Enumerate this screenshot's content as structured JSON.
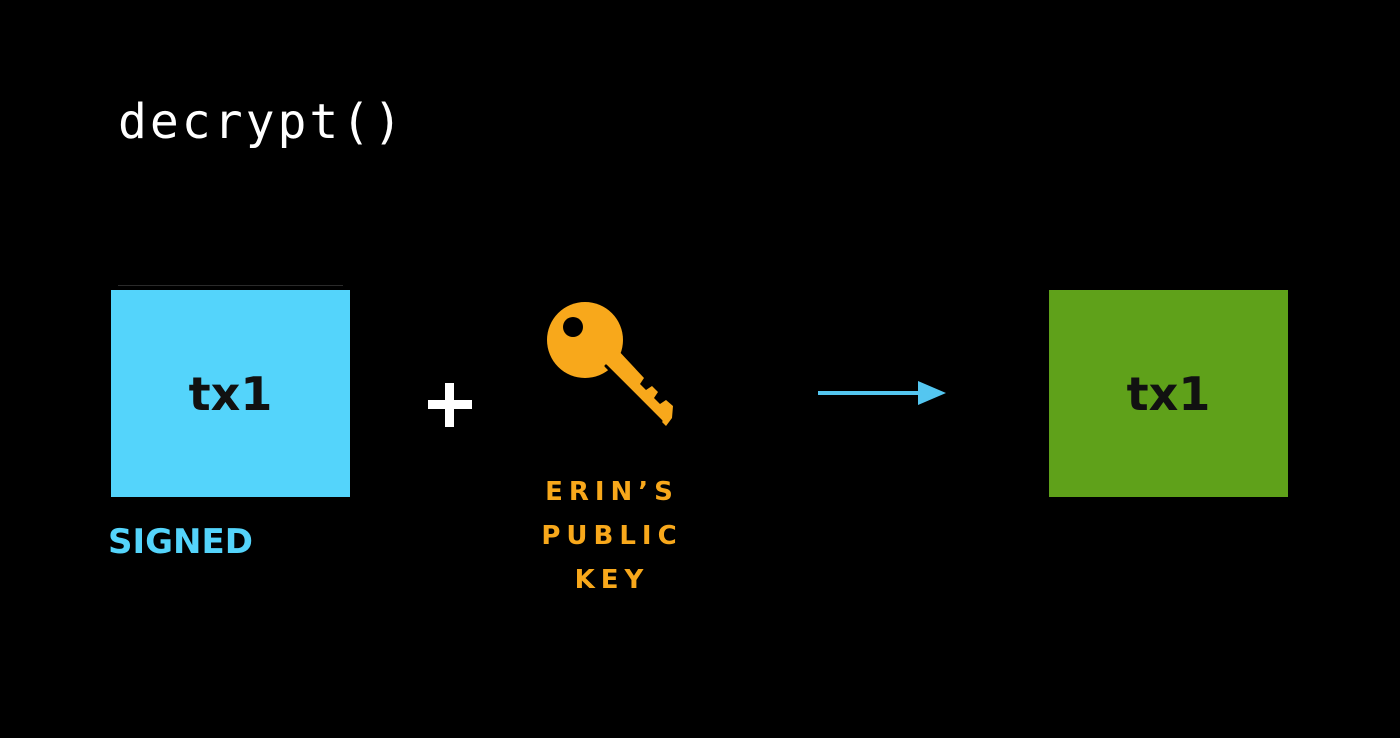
{
  "title": "decrypt()",
  "input_box": {
    "label": "tx1",
    "color": "#54d4fb",
    "caption": "SIGNED",
    "caption_color": "#54d4fb"
  },
  "operator": "+",
  "key": {
    "icon": "key-icon",
    "color": "#f8a81b",
    "label_lines": [
      "ERIN’S",
      "PUBLIC",
      "KEY"
    ]
  },
  "arrow": {
    "icon": "arrow-right-icon",
    "color": "#54c6f0"
  },
  "output_box": {
    "label": "tx1",
    "color": "#5fa11a"
  }
}
